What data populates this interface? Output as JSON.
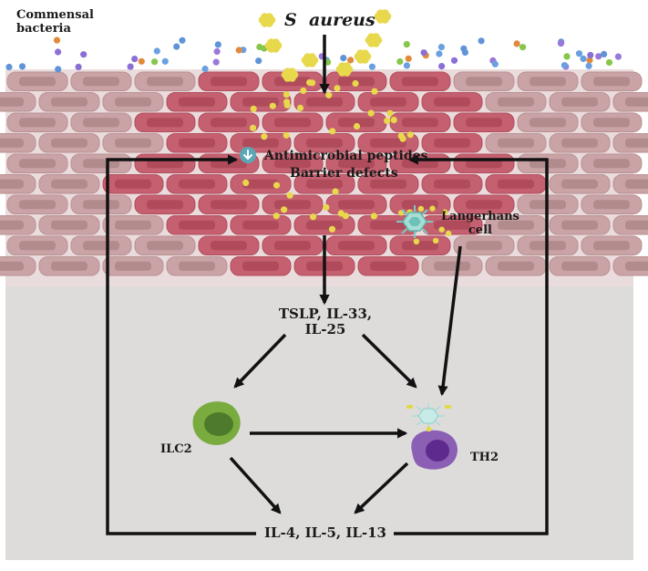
{
  "labels": {
    "commensal": "Commensal\nbacteria",
    "saureus": "S  aureus",
    "antimicrobial": "Antimicrobial peptides",
    "barrier": "Barrier defects",
    "langerhans": "Langerhans\ncell",
    "cytokines": "TSLP, IL-33,\nIL-25",
    "ilc2": "ILC2",
    "th2": "TH2",
    "interleukins": "IL-4, IL-5, IL-13"
  },
  "icons": {
    "decrease": "down-arrow-icon",
    "bacteria": "staphylococcus-cluster-icon",
    "langerhans": "dendritic-cell-icon"
  },
  "colors": {
    "healthy_cell": "#c9a3a5",
    "inflamed_cell": "#c4606f",
    "dermis": "#dedcdb",
    "bacteria": "#e8d84c",
    "ilc2": "#7aab3e",
    "th2": "#8a5fb4",
    "langerhans": "#7fc9c0",
    "arrow": "#111111"
  }
}
